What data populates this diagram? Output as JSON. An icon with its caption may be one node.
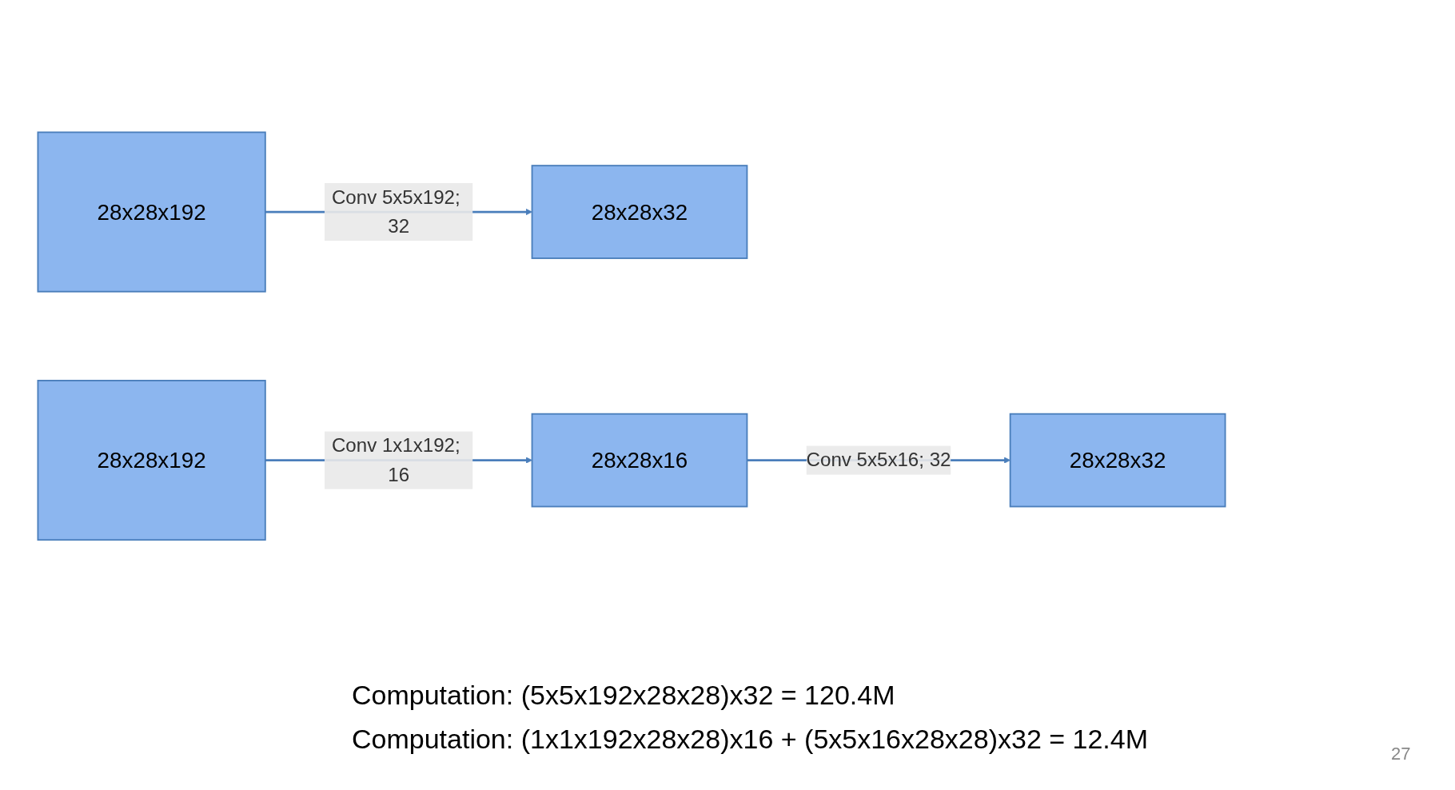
{
  "diagram": {
    "nodes": [
      {
        "text": [
          "28x28x192"
        ]
      },
      {
        "text": [
          "28x28x32"
        ]
      },
      {
        "text": [
          "28x28x192"
        ]
      },
      {
        "text": [
          "28x28x16"
        ]
      },
      {
        "text": [
          "28x28x32"
        ]
      }
    ],
    "edges": [
      {
        "from": 0,
        "to": 1,
        "arrow": "to",
        "label": "Conv 5x5x192; 32"
      },
      {
        "from": 2,
        "to": 3,
        "arrow": "to",
        "label": "Conv 1x1x192; 16"
      },
      {
        "from": 3,
        "to": 4,
        "arrow": "to",
        "label": "Conv 5x5x16; 32"
      }
    ],
    "labels": [
      "Computation: (5x5x192x28x28)x32 = 120.4M",
      "Computation: (1x1x192x28x28)x16 + (5x5x16x28x28)x32 = 12.4M",
      "27"
    ]
  }
}
